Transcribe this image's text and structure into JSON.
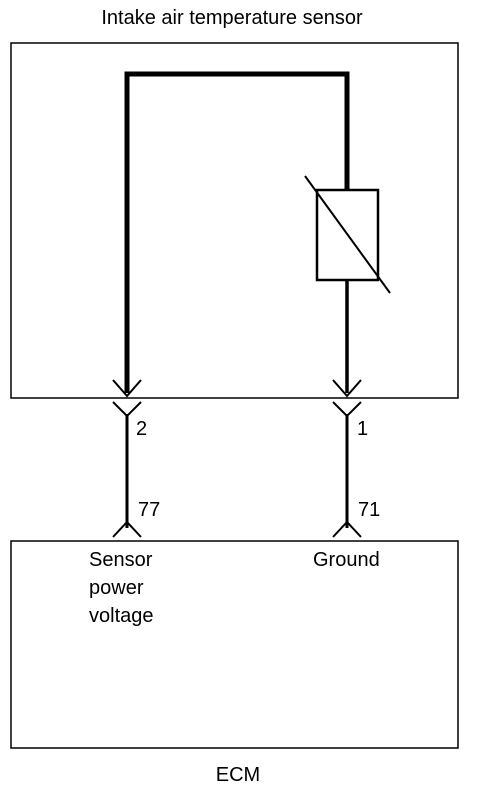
{
  "diagram": {
    "title": "Intake air temperature sensor",
    "sensor_connector": {
      "pin_left": "2",
      "pin_right": "1"
    },
    "ecm_connector": {
      "pin_left": "77",
      "pin_right": "71"
    },
    "ecm": {
      "label": "ECM",
      "left_function": [
        "Sensor",
        "power",
        "voltage"
      ],
      "right_function": "Ground"
    },
    "colors": {
      "line": "#000000",
      "background": "#ffffff"
    }
  }
}
